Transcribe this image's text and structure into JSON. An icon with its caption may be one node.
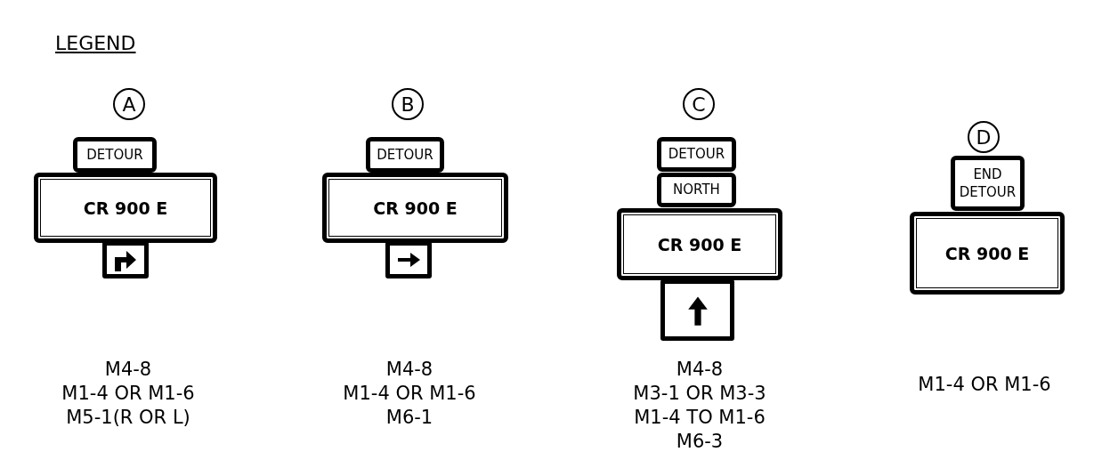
{
  "diagram": {
    "title": "LEGEND",
    "nodes": [
      {
        "text": [
          "A"
        ]
      },
      {
        "text": [
          "DETOUR"
        ]
      },
      {
        "text": [
          "CR 900 E"
        ]
      },
      {
        "text": [],
        "shape": "box"
      },
      {
        "text": [
          "B"
        ]
      },
      {
        "text": [
          "DETOUR"
        ]
      },
      {
        "text": [
          "CR 900 E"
        ]
      },
      {
        "text": [],
        "shape": "box"
      },
      {
        "text": [
          "C"
        ]
      },
      {
        "text": [
          "DETOUR"
        ]
      },
      {
        "text": [
          "NORTH"
        ]
      },
      {
        "text": [
          "CR 900 E"
        ]
      },
      {
        "text": [],
        "shape": "box"
      },
      {
        "text": [
          "D"
        ]
      },
      {
        "text": [
          "END DETOUR"
        ]
      },
      {
        "text": [
          "CR 900 E"
        ]
      }
    ],
    "labels": [
      "M4-8",
      "M1-4 OR M1-6",
      "M5-1(R OR L)",
      "M4-8",
      "M1-4 OR M1-6",
      "M6-1",
      "M4-8",
      "M3-1 OR M3-3",
      "M1-4 TO M1-6",
      "M6-3",
      "M1-4 OR M1-6"
    ]
  }
}
